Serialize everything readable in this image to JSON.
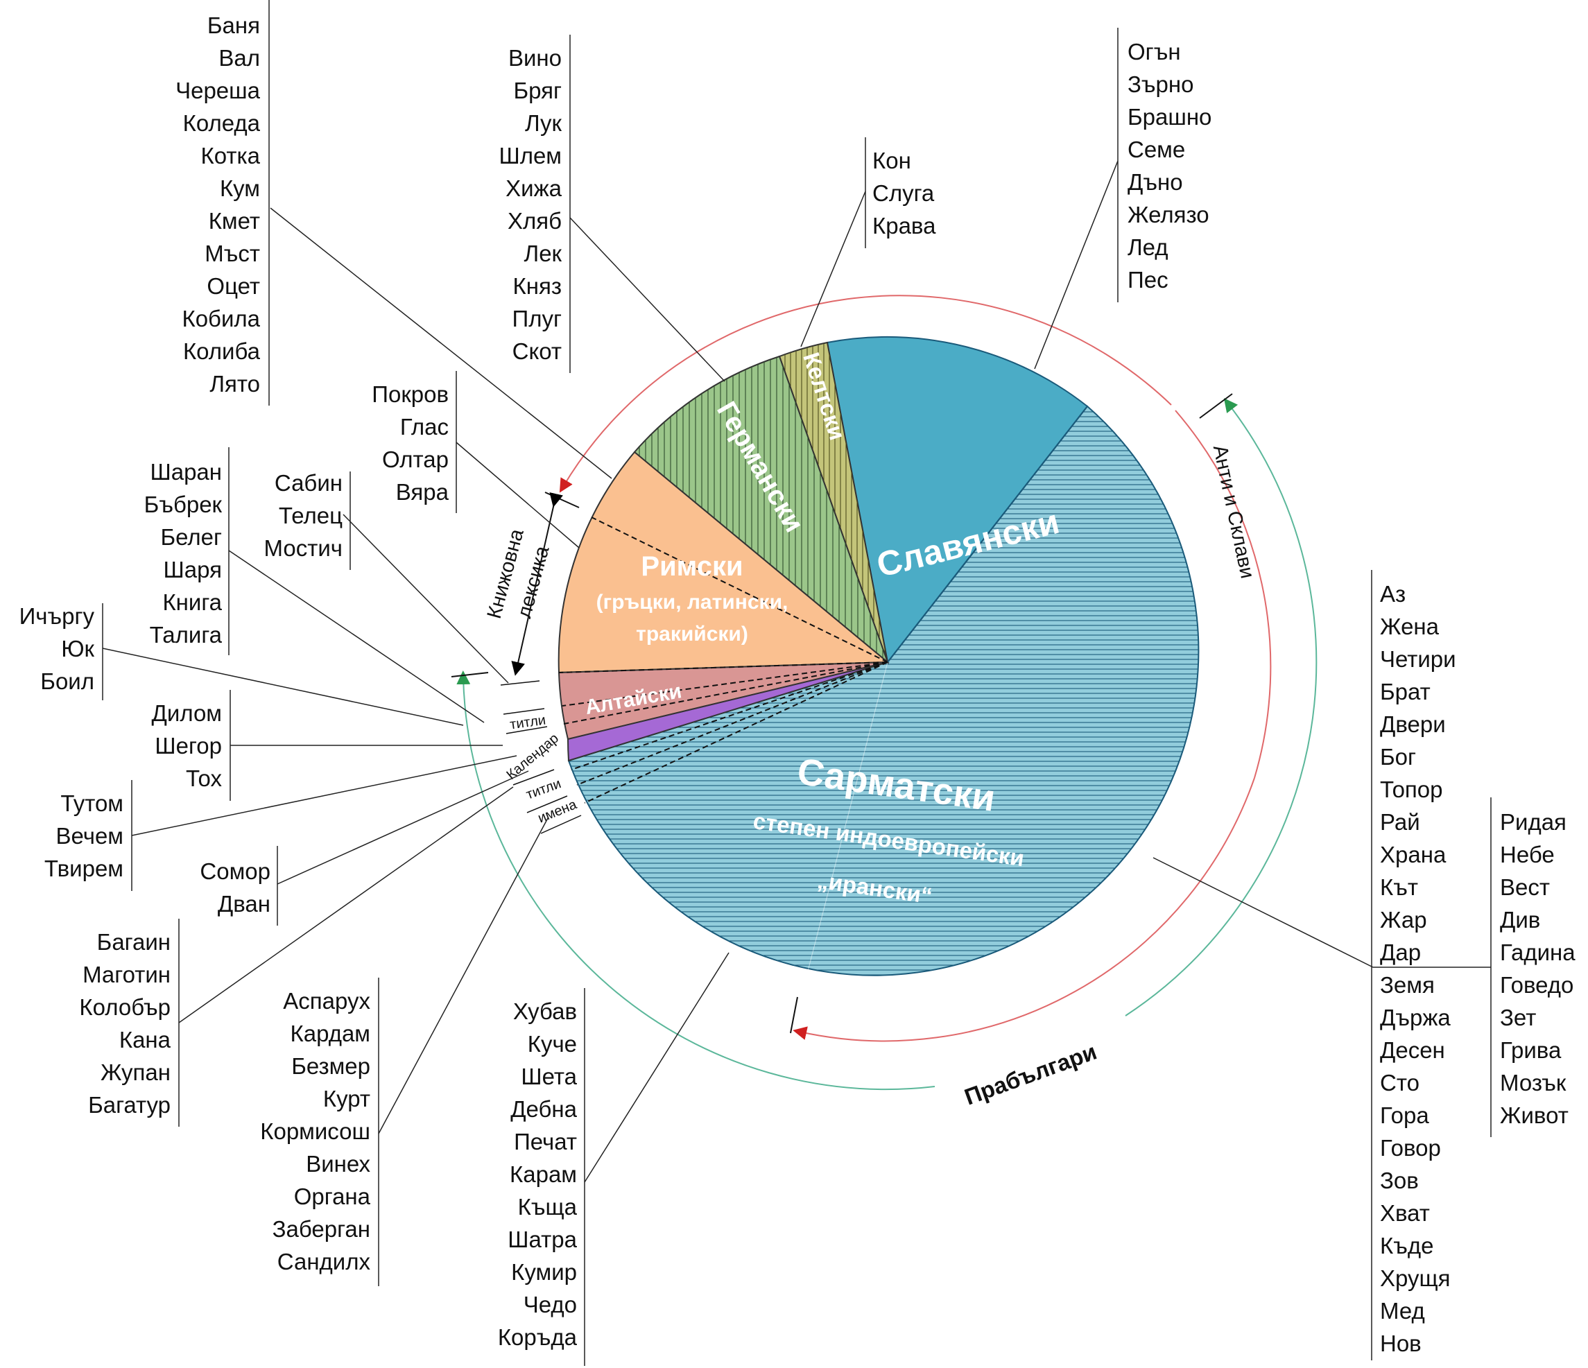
{
  "segments": {
    "slavic": "Славянски",
    "celtic": "Келтски",
    "germanic": "Германски",
    "roman": "Римски",
    "roman_sub1": "(гръцки, латински,",
    "roman_sub2": "тракийски)",
    "altaic": "Алтайски",
    "sarmatian": "Сарматски",
    "sarmatian_sub1": "степен индоевропейски",
    "sarmatian_sub2": "„ирански“"
  },
  "arc_labels": {
    "anti_sklavi": "Анти и Склави",
    "proto_bulgarians": "Прабългари",
    "bookish": "Книжовна",
    "bookish2": "лексика",
    "titles1": "титли",
    "calendar": "Календар",
    "titles2": "титли",
    "names": "имена"
  },
  "word_lists": {
    "banya": [
      "Баня",
      "Вал",
      "Череша",
      "Коледа",
      "Котка",
      "Кум",
      "Кмет",
      "Мъст",
      "Оцет",
      "Кобила",
      "Колиба",
      "Лято"
    ],
    "vino": [
      "Вино",
      "Бряг",
      "Лук",
      "Шлем",
      "Хижа",
      "Хляб",
      "Лек",
      "Княз",
      "Плуг",
      "Скот"
    ],
    "kon": [
      "Кон",
      "Слуга",
      "Крава"
    ],
    "ogan": [
      "Огън",
      "Зърно",
      "Брашно",
      "Семе",
      "Дъно",
      "Желязо",
      "Лед",
      "Пес"
    ],
    "pokrov": [
      "Покров",
      "Глас",
      "Олтар",
      "Вяра"
    ],
    "sharan": [
      "Шаран",
      "Бъбрек",
      "Белег",
      "Шаря",
      "Книга",
      "Талига"
    ],
    "sabin": [
      "Сабин",
      "Телец",
      "Мостич"
    ],
    "ichirgu": [
      "Ичъргу",
      "Юк",
      "Боил"
    ],
    "dilom": [
      "Дилом",
      "Шегор",
      "Тох"
    ],
    "tutom": [
      "Тутом",
      "Вечем",
      "Твирем"
    ],
    "somor": [
      "Сомор",
      "Дван"
    ],
    "bagain": [
      "Багаин",
      "Маготин",
      "Колобър",
      "Кана",
      "Жупан",
      "Багатур"
    ],
    "asparuh": [
      "Аспарух",
      "Кардам",
      "Безмер",
      "Курт",
      "Кормисош",
      "Винех",
      "Органа",
      "Заберган",
      "Сандилх"
    ],
    "hubav": [
      "Хубав",
      "Куче",
      "Шета",
      "Дебна",
      "Печат",
      "Карам",
      "Къща",
      "Шатра",
      "Кумир",
      "Чедо",
      "Коръда"
    ],
    "az": [
      "Аз",
      "Жена",
      "Четири",
      "Брат",
      "Двери",
      "Бог",
      "Топор",
      "Рай",
      "Храна",
      "Кът",
      "Жар",
      "Дар",
      "Земя",
      "Държа",
      "Десен",
      "Сто",
      "Гора",
      "Говор",
      "Зов",
      "Хват",
      "Къде",
      "Хрущя",
      "Мед",
      "Нов"
    ],
    "ridaya": [
      "Ридая",
      "Небе",
      "Вест",
      "Див",
      "Гадина",
      "Говедо",
      "Зет",
      "Грива",
      "Мозък",
      "Живот"
    ]
  },
  "colors": {
    "slavic": "#4bacc6",
    "sarmatian": "#92cddc",
    "roman": "#fac090",
    "germanic": "#9bc68a",
    "celtic": "#c4c57a",
    "altaic": "#d99694",
    "purple": "#a569d5",
    "red_arc": "#e0686a",
    "green_arc": "#5bb79a"
  }
}
